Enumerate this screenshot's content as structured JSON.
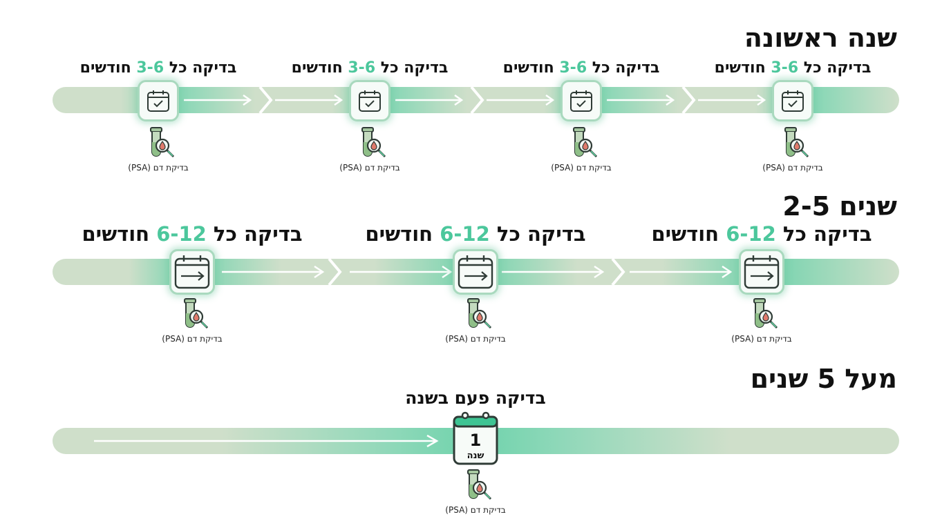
{
  "sections": [
    {
      "title": "שנה ראשונה",
      "interval_prefix": "בדיקה כל",
      "interval_number": "3-6",
      "interval_suffix": "חודשים",
      "checkpoints": 4,
      "icon": "calendar-check-icon"
    },
    {
      "title": "שנים 2-5",
      "interval_prefix": "בדיקה כל",
      "interval_number": "6-12",
      "interval_suffix": "חודשים",
      "checkpoints": 3,
      "icon": "calendar-arrow-icon"
    },
    {
      "title": "מעל 5 שנים",
      "label": "בדיקה פעם בשנה",
      "calendar_number": "1",
      "calendar_unit": "שנה",
      "checkpoints": 1,
      "icon": "calendar-year-icon"
    }
  ],
  "blood_test_label": "בדיקת דם (PSA)",
  "colors": {
    "accent": "#4cc79c",
    "bar_light": "#c9dcc4",
    "bar_glow": "#6fd3ac",
    "icon_stroke": "#2f3b36",
    "drop": "#e07a6c"
  }
}
